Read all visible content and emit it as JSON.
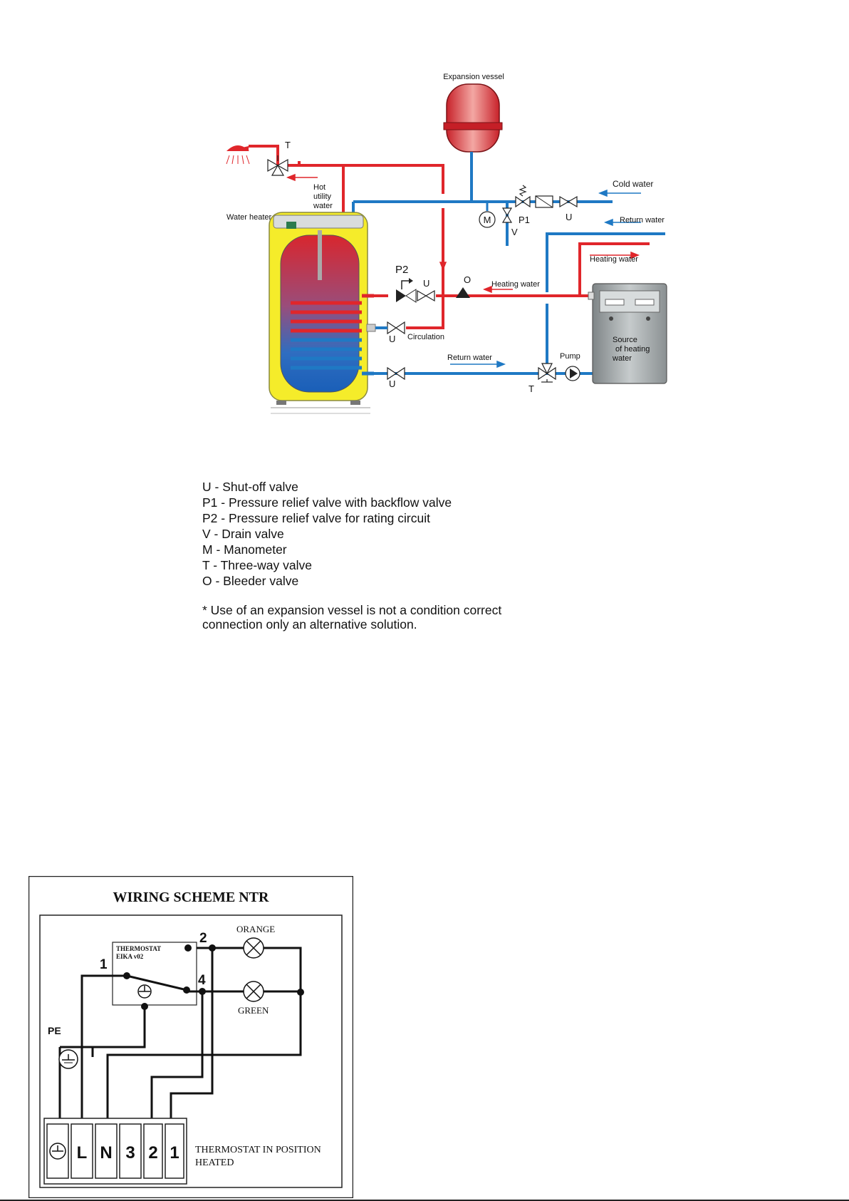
{
  "plumbing": {
    "expansion_vessel": "Expansion vessel",
    "three_way_top": "T",
    "hot_utility_water": [
      "Hot",
      "utility",
      "water"
    ],
    "water_heater": "Water heater",
    "cold_water": "Cold water",
    "return_water_top": "Return water",
    "heating_water_top": "Heating water",
    "manometer": "M",
    "p1": "P1",
    "drain": "V",
    "shutoff_cold": "U",
    "p2": "P2",
    "shutoff_p2": "U",
    "bleeder": "O",
    "heating_water_mid": "Heating water",
    "shutoff_circ": "U",
    "circulation": "Circulation",
    "return_water_low": "Return water",
    "shutoff_return": "U",
    "pump": "Pump",
    "three_way_bottom": "T",
    "source": [
      "Source",
      "of heating",
      "water"
    ]
  },
  "legend": {
    "items": [
      "U - Shut-off valve",
      "P1 - Pressure relief valve with backflow valve",
      "P2 - Pressure relief valve for rating circuit",
      "V - Drain valve",
      "M - Manometer",
      "T - Three-way valve",
      "O - Bleeder valve"
    ],
    "note_line1": "* Use of an expansion vessel is not a condition correct",
    "note_line2": "connection only an alternative solution."
  },
  "wiring": {
    "title": "WIRING SCHEME NTR",
    "thermostat_line1": "THERMOSTAT",
    "thermostat_line2": "EIKA v02",
    "node_1": "1",
    "node_2": "2",
    "node_4": "4",
    "orange": "ORANGE",
    "green": "GREEN",
    "pe": "PE",
    "terminal_L": "L",
    "terminal_N": "N",
    "terminal_3": "3",
    "terminal_2": "2",
    "terminal_1": "1",
    "status_line1": "THERMOSTAT IN POSITION",
    "status_line2": "HEATED"
  },
  "colors": {
    "hot_pipe": "#e0262b",
    "cold_pipe": "#1f79c4",
    "tank_yellow": "#f5ec2a",
    "source_gray": "#9aa0a2"
  }
}
